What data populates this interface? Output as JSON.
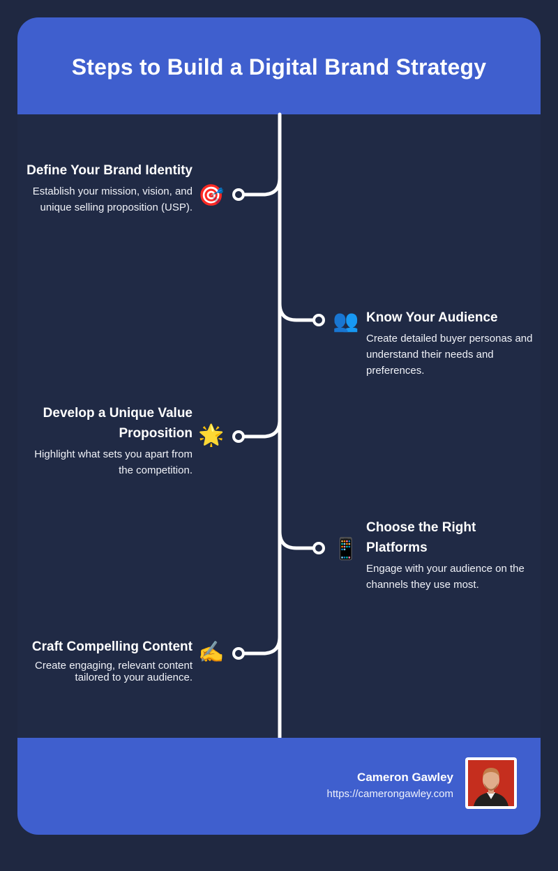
{
  "header": {
    "title": "Steps to Build a Digital Brand Strategy"
  },
  "steps": [
    {
      "side": "left",
      "icon": "target-icon",
      "emoji": "🎯",
      "title": "Define Your Brand Identity",
      "description": "Establish your mission, vision, and unique selling proposition (USP)."
    },
    {
      "side": "right",
      "icon": "people-icon",
      "emoji": "👥",
      "title": "Know Your Audience",
      "description": "Create detailed buyer personas and understand their needs and preferences."
    },
    {
      "side": "left",
      "icon": "star-icon",
      "emoji": "🌟",
      "title": "Develop a Unique Value Proposition",
      "description": "Highlight what sets you apart from the competition."
    },
    {
      "side": "right",
      "icon": "phone-icon",
      "emoji": "📱",
      "title": "Choose the Right Platforms",
      "description": "Engage with your audience on the channels they use most."
    },
    {
      "side": "left",
      "icon": "writing-icon",
      "emoji": "✍️",
      "title": "Craft Compelling Content",
      "description": "Create engaging, relevant content tailored to your audience."
    }
  ],
  "footer": {
    "author_name": "Cameron Gawley",
    "author_url": "https://camerongawley.com"
  },
  "colors": {
    "background": "#1f2841",
    "accent": "#3f5fce",
    "line": "#ffffff"
  }
}
